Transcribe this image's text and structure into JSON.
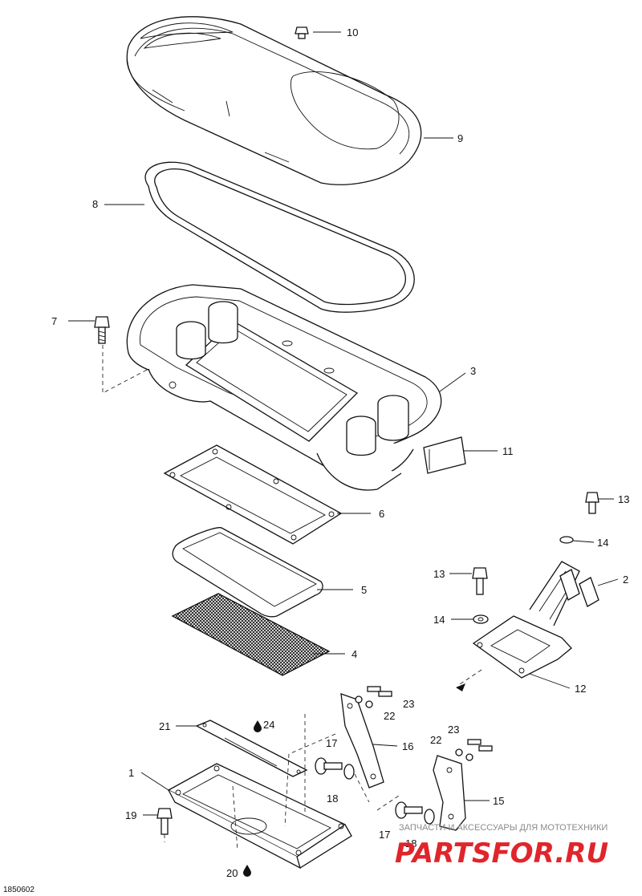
{
  "diagram_code": "1850602",
  "labels": {
    "p1": "1",
    "p2": "2",
    "p3": "3",
    "p4": "4",
    "p5": "5",
    "p6": "6",
    "p7": "7",
    "p8": "8",
    "p9": "9",
    "p10": "10",
    "p11": "11",
    "p12": "12",
    "p13a": "13",
    "p13b": "13",
    "p14a": "14",
    "p14b": "14",
    "p15": "15",
    "p16": "16",
    "p17a": "17",
    "p17b": "17",
    "p18a": "18",
    "p18b": "18",
    "p19": "19",
    "p20": "20",
    "p21": "21",
    "p22a": "22",
    "p22b": "22",
    "p23a": "23",
    "p23b": "23",
    "p24": "24"
  },
  "watermark": {
    "tagline": "ЗАПЧАСТИ И АКСЕССУАРЫ ДЛЯ МОТОТЕХНИКИ",
    "logo": "PARTSFOR.RU"
  }
}
